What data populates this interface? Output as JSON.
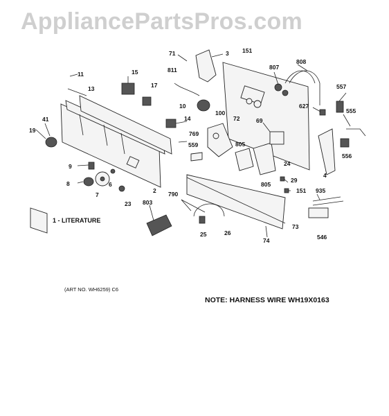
{
  "watermark": "AppliancePartsPros.com",
  "art_number": "(ART NO. WH6259) C6",
  "note": "NOTE: HARNESS WIRE WH19X0163",
  "literature_label": "1 - LITERATURE",
  "labels": {
    "l71": "71",
    "l3": "3",
    "l151a": "151",
    "l807": "807",
    "l808": "808",
    "l811": "811",
    "l15": "15",
    "l11": "11",
    "l13": "13",
    "l17": "17",
    "l10": "10",
    "l557": "557",
    "l627": "627",
    "l555": "555",
    "l556": "556",
    "l72": "72",
    "l69": "69",
    "l100": "100",
    "l14": "14",
    "l41": "41",
    "l19": "19",
    "l769": "769",
    "l559": "559",
    "l805a": "805",
    "l805b": "805",
    "l24": "24",
    "l4": "4",
    "l9": "9",
    "l6": "6",
    "l8": "8",
    "l7": "7",
    "l2": "2",
    "l23": "23",
    "l29": "29",
    "l151b": "151",
    "l935": "935",
    "l790": "790",
    "l803": "803",
    "l25": "25",
    "l26": "26",
    "l73": "73",
    "l74": "74",
    "l546": "546"
  }
}
